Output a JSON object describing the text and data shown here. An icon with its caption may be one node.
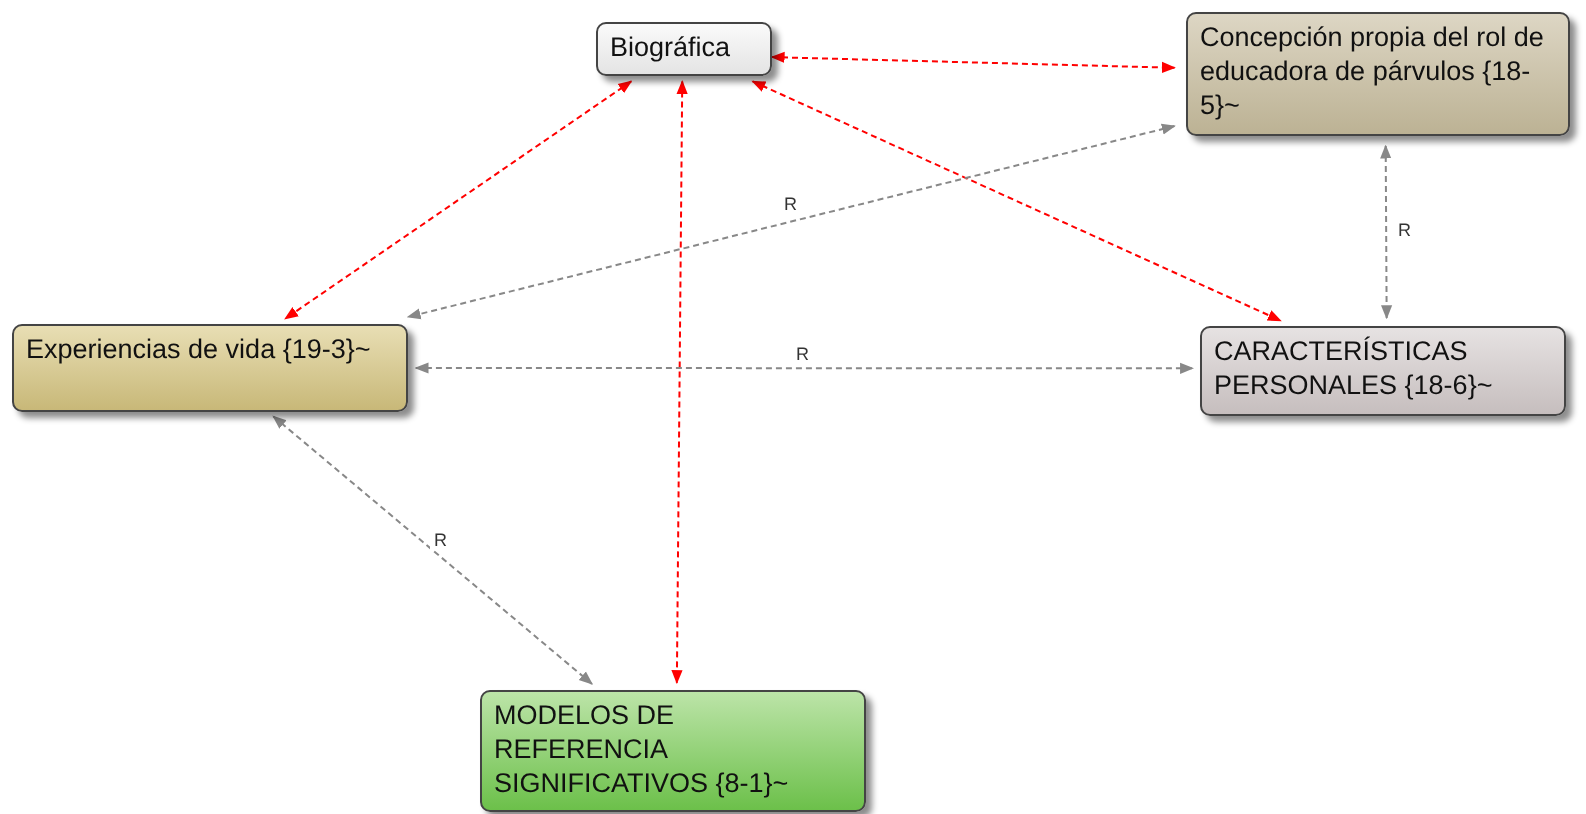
{
  "diagram": {
    "nodes": [
      {
        "text": [
          "Biográfica"
        ]
      },
      {
        "text": [
          "Concepción propia del rol de educadora de párvulos {18-5}~"
        ]
      },
      {
        "text": [
          "Experiencias de vida {19-3}~"
        ]
      },
      {
        "text": [
          "CARACTERÍSTICAS PERSONALES {18-6}~"
        ]
      },
      {
        "text": [
          "MODELOS DE REFERENCIA SIGNIFICATIVOS {8-1}~"
        ]
      }
    ],
    "edges": [
      {
        "from": 0,
        "to": 1,
        "arrow": "both",
        "style": "dashed",
        "color": "#ff0000"
      },
      {
        "from": 0,
        "to": 2,
        "arrow": "both",
        "style": "dashed",
        "color": "#ff0000"
      },
      {
        "from": 0,
        "to": 3,
        "arrow": "both",
        "style": "dashed",
        "color": "#ff0000"
      },
      {
        "from": 0,
        "to": 4,
        "arrow": "both",
        "style": "dashed",
        "color": "#ff0000"
      },
      {
        "from": 1,
        "to": 2,
        "arrow": "both",
        "style": "dashed",
        "color": "#888888",
        "label": "R"
      },
      {
        "from": 1,
        "to": 3,
        "arrow": "both",
        "style": "dashed",
        "color": "#888888",
        "label": "R"
      },
      {
        "from": 2,
        "to": 3,
        "arrow": "both",
        "style": "dashed",
        "color": "#888888",
        "label": "R"
      },
      {
        "from": 2,
        "to": 4,
        "arrow": "both",
        "style": "dashed",
        "color": "#888888",
        "label": "R"
      }
    ]
  }
}
